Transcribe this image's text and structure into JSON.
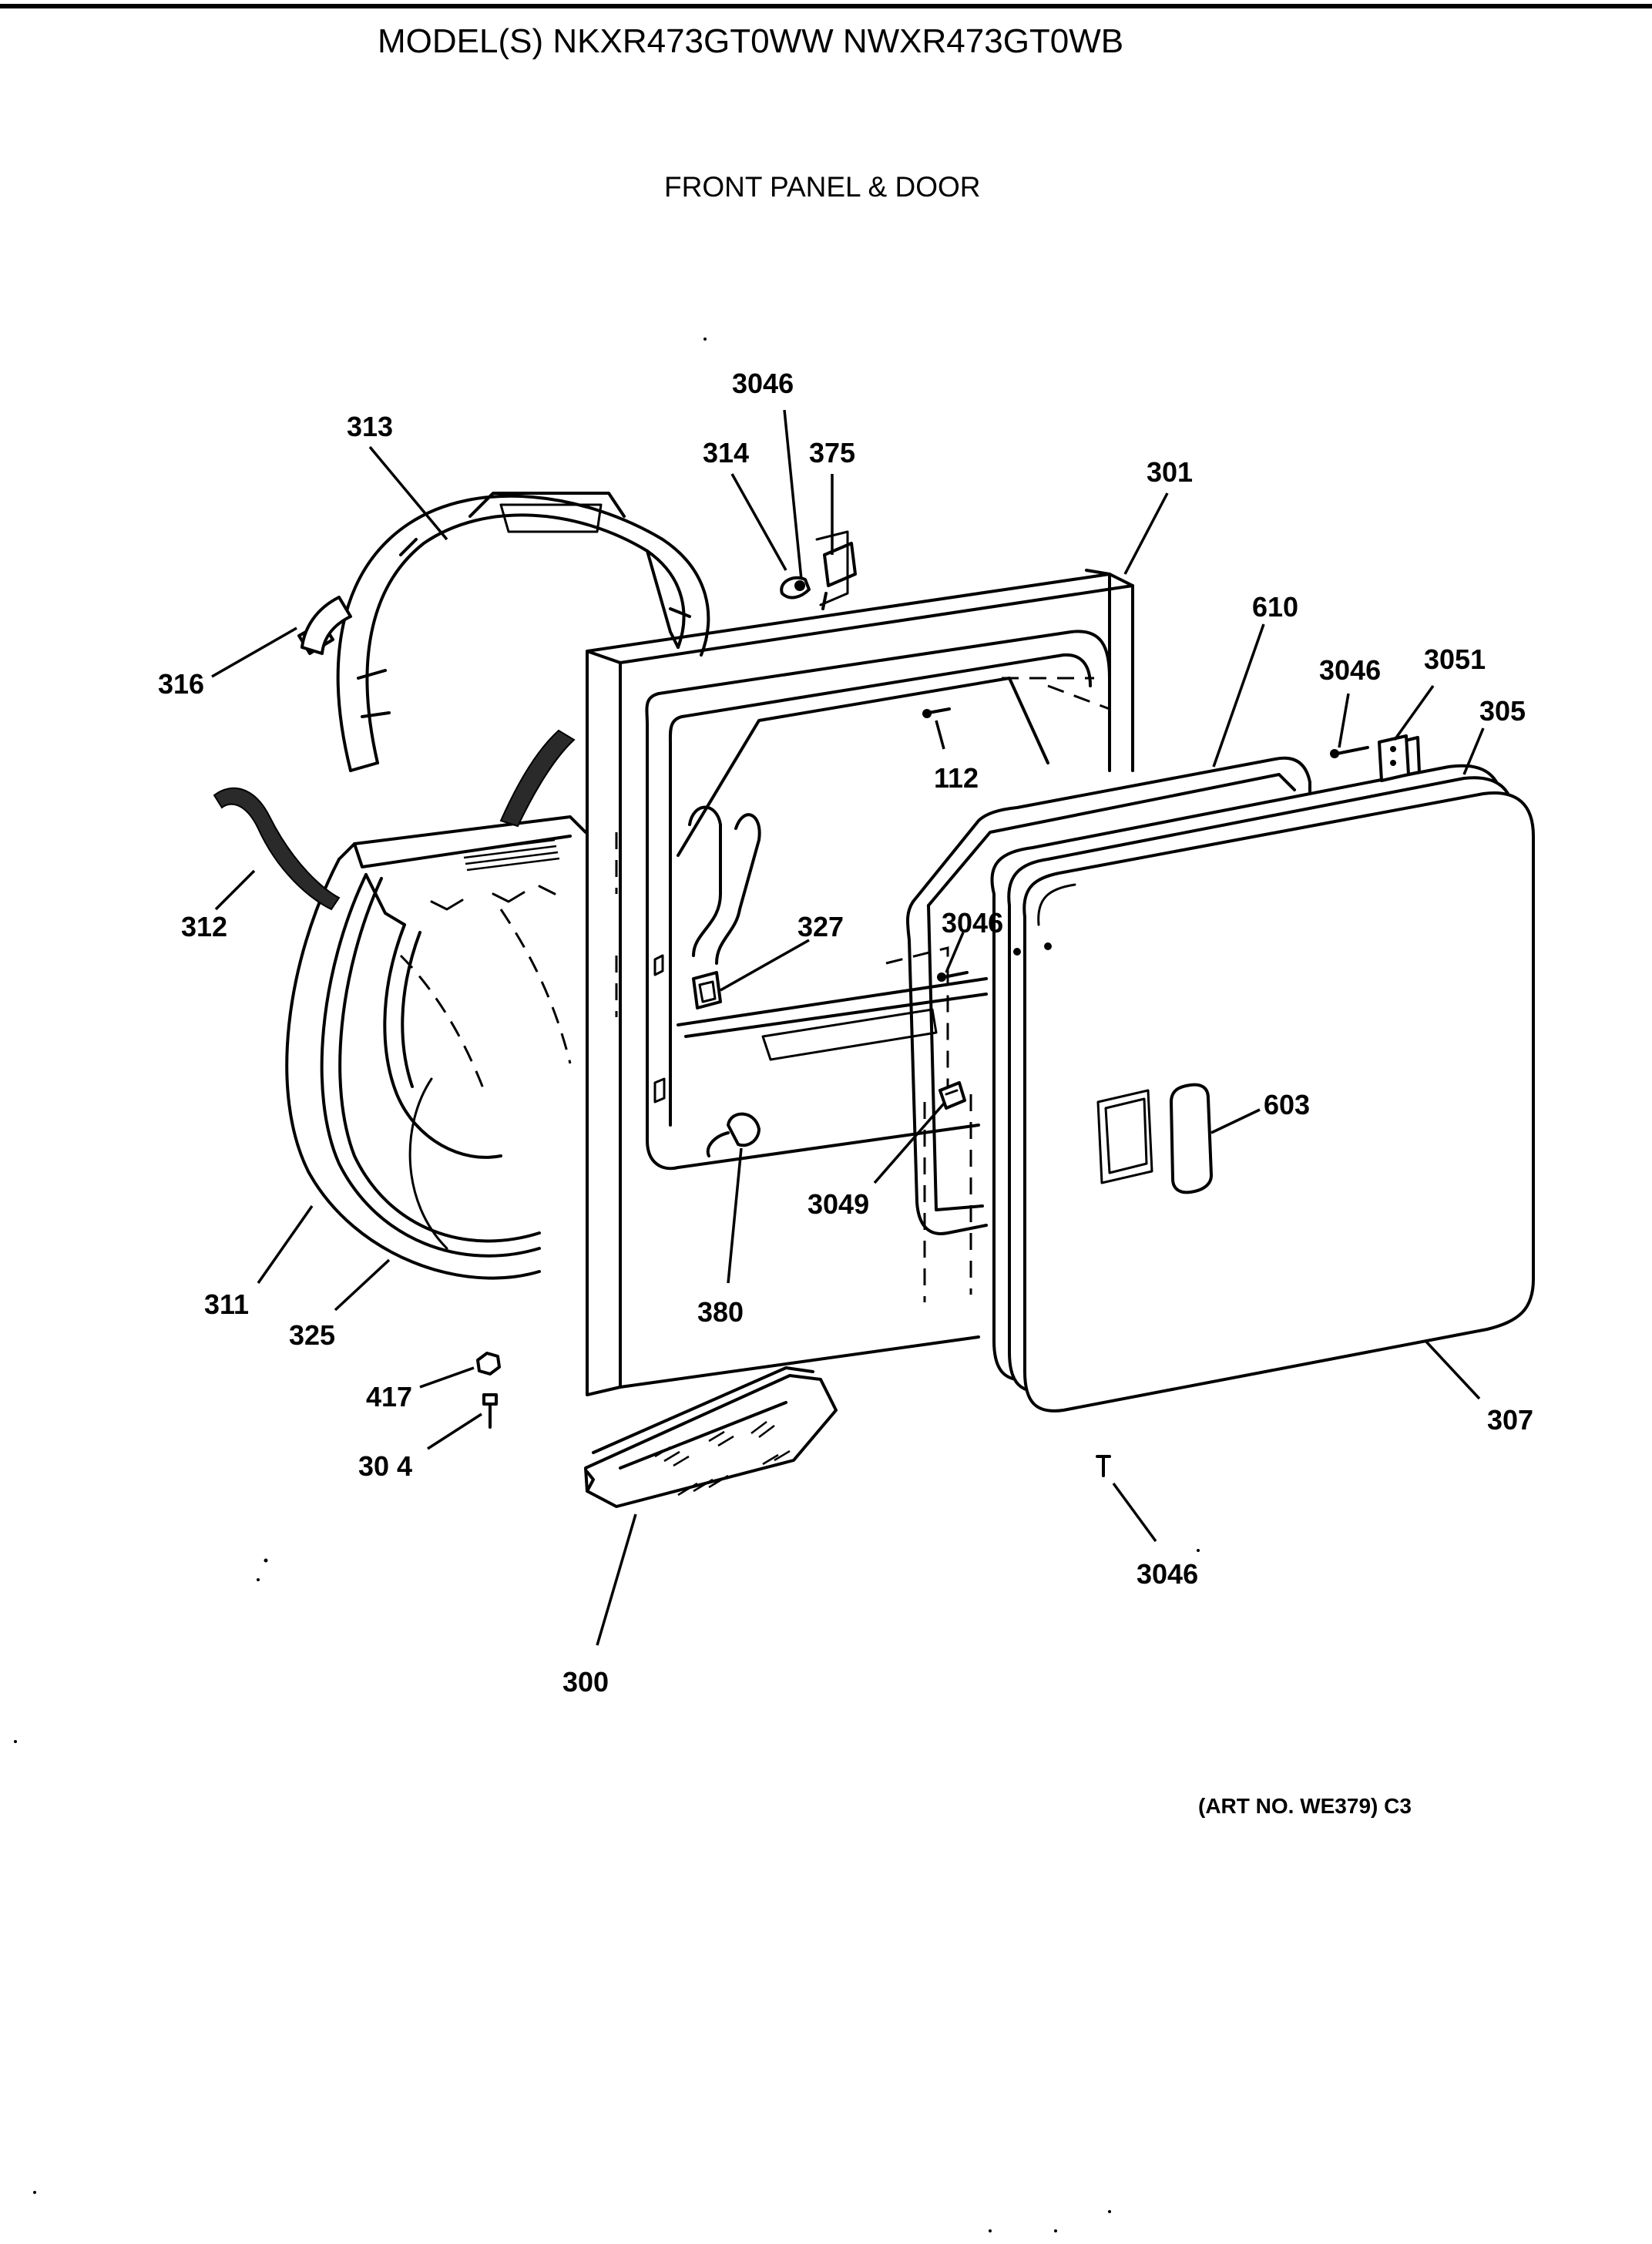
{
  "header": {
    "model_line": "MODEL(S) NKXR473GT0WW  NWXR473GT0WB",
    "section_title": "FRONT PANEL & DOOR"
  },
  "callouts": {
    "p3046_top": "3046",
    "p313": "313",
    "p314": "314",
    "p375": "375",
    "p301": "301",
    "p610": "610",
    "p3046_right": "3046",
    "p3051": "3051",
    "p305": "305",
    "p316": "316",
    "p112": "112",
    "p312": "312",
    "p327": "327",
    "p3046_door": "3046",
    "p603": "603",
    "p3049": "3049",
    "p311": "311",
    "p325": "325",
    "p380": "380",
    "p417": "417",
    "p304": "30 4",
    "p307": "307",
    "p3046_bottom": "3046",
    "p300": "300"
  },
  "footer": {
    "art_number": "(ART NO. WE379) C3"
  }
}
